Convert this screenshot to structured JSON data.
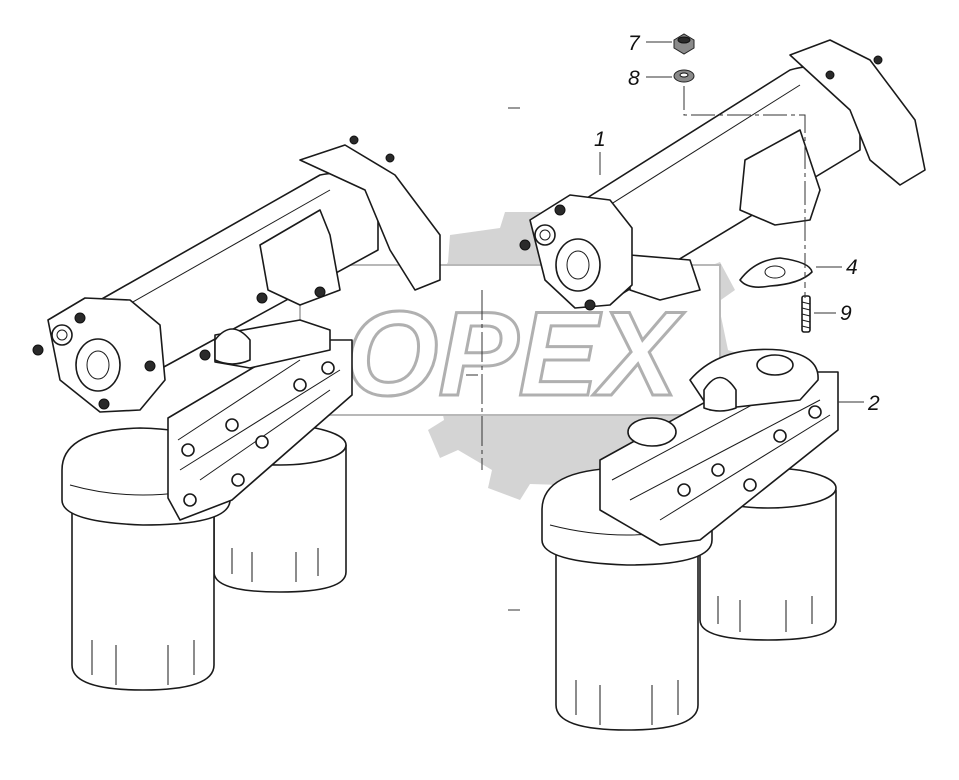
{
  "diagram": {
    "watermark_text": "OPEX",
    "callouts": [
      {
        "id": "7",
        "label": "7"
      },
      {
        "id": "8",
        "label": "8"
      },
      {
        "id": "1",
        "label": "1"
      },
      {
        "id": "4",
        "label": "4"
      },
      {
        "id": "9",
        "label": "9"
      },
      {
        "id": "2",
        "label": "2"
      }
    ]
  }
}
